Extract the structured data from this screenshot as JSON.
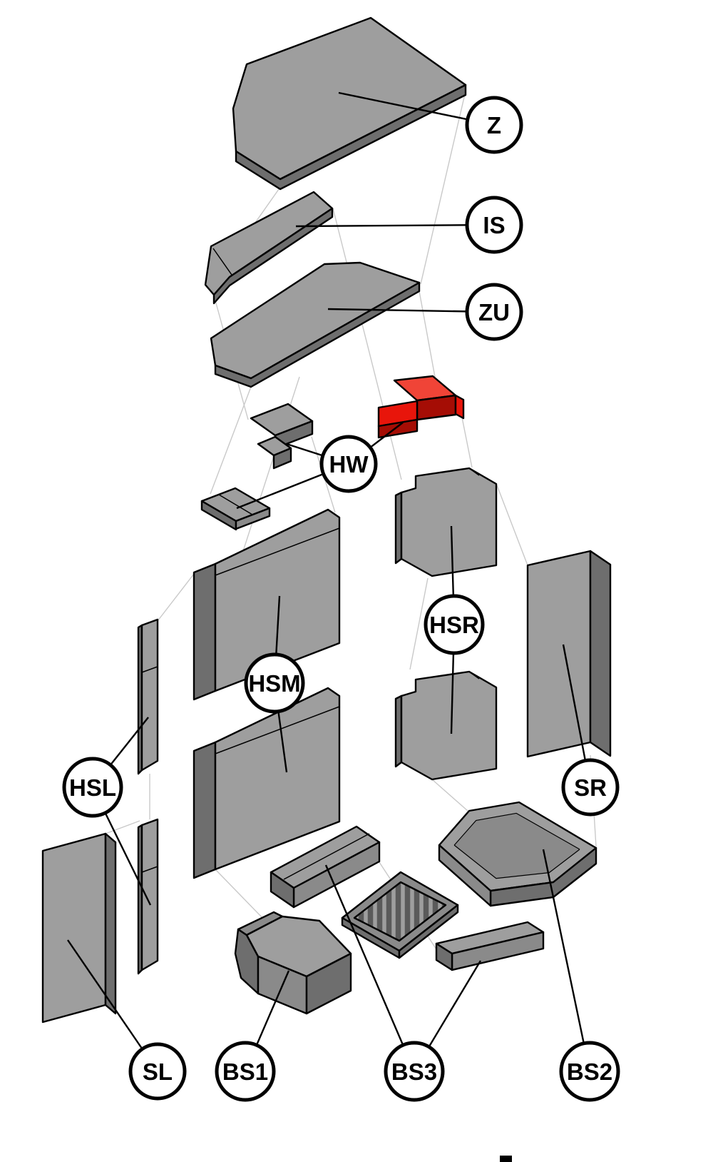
{
  "diagram": {
    "type": "exploded-parts-diagram",
    "highlight": {
      "label_code": "HW"
    }
  },
  "labels": [
    {
      "code": "Z"
    },
    {
      "code": "IS"
    },
    {
      "code": "ZU"
    },
    {
      "code": "HW"
    },
    {
      "code": "HSR"
    },
    {
      "code": "HSM"
    },
    {
      "code": "HSL"
    },
    {
      "code": "SR"
    },
    {
      "code": "SL"
    },
    {
      "code": "BS1"
    },
    {
      "code": "BS3"
    },
    {
      "code": "BS2"
    }
  ],
  "colors": {
    "background": "#ffffff",
    "part-gray": "#9e9e9e",
    "part-gray-mid": "#8a8a8a",
    "part-gray-dark": "#6e6e6e",
    "grate-base": "#5a5a5a",
    "highlight-red": "#e8150b",
    "highlight-red-light": "#f04437",
    "highlight-red-dark": "#a50d05",
    "outline": "#000000",
    "leader": "#000000",
    "construction-line": "#c9c9c9",
    "label-fill": "#ffffff",
    "label-stroke": "#000000"
  }
}
